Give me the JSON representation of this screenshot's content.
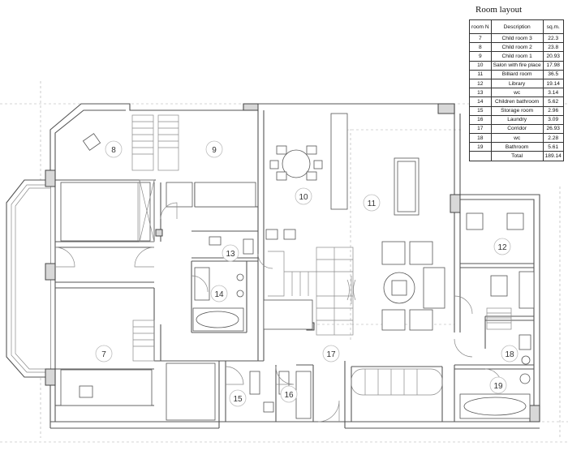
{
  "legend": {
    "title": "Room layout",
    "headers": {
      "num": "room N",
      "desc": "Description",
      "area": "sq.m."
    },
    "rows": [
      {
        "num": "7",
        "desc": "Child room  3",
        "area": "22.3"
      },
      {
        "num": "8",
        "desc": "Child room 2",
        "area": "23.8"
      },
      {
        "num": "9",
        "desc": "Child room 1",
        "area": "20.93"
      },
      {
        "num": "10",
        "desc": "Salon with fire place",
        "area": "17.98"
      },
      {
        "num": "11",
        "desc": "Billiard room",
        "area": "36.5"
      },
      {
        "num": "12",
        "desc": "Library",
        "area": "19.14"
      },
      {
        "num": "13",
        "desc": "wc",
        "area": "3.14"
      },
      {
        "num": "14",
        "desc": "Children bathroom",
        "area": "5.62"
      },
      {
        "num": "15",
        "desc": "Storage room",
        "area": "2.96"
      },
      {
        "num": "16",
        "desc": "Laundry",
        "area": "3.09"
      },
      {
        "num": "17",
        "desc": "Corridor",
        "area": "26.93"
      },
      {
        "num": "18",
        "desc": "wc",
        "area": "2.28"
      },
      {
        "num": "19",
        "desc": "Bathroom",
        "area": "5.61"
      }
    ],
    "total": {
      "label": "Total",
      "area": "189.14"
    }
  },
  "room_labels": {
    "r7": "7",
    "r8": "8",
    "r9": "9",
    "r10": "10",
    "r11": "11",
    "r12": "12",
    "r13": "13",
    "r14": "14",
    "r15": "15",
    "r16": "16",
    "r17": "17",
    "r18": "18",
    "r19": "19"
  }
}
